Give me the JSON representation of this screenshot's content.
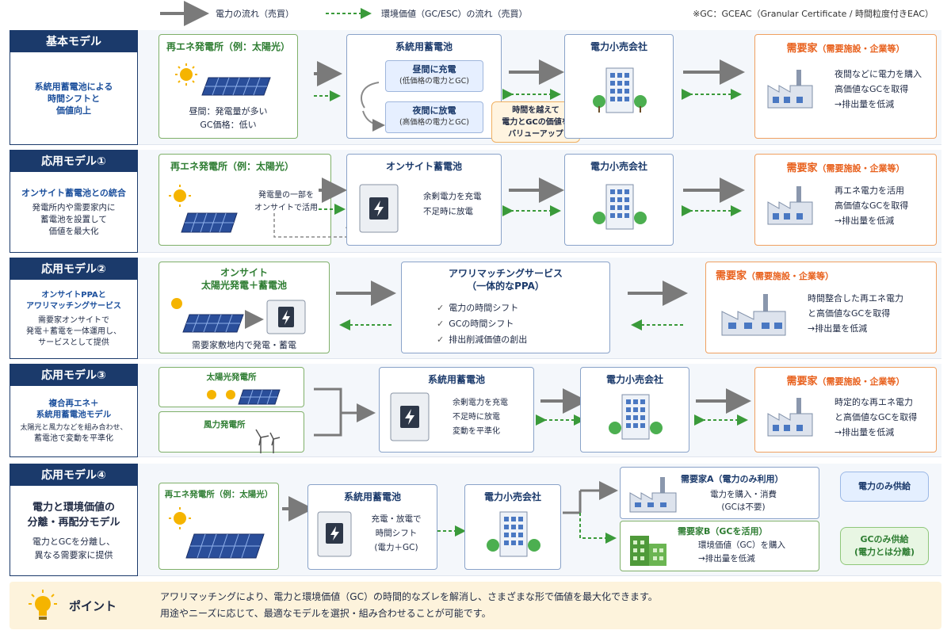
{
  "legend": {
    "electricity": "電力の流れ（売買）",
    "env_value": "環境価値（GC/ESC）の流れ（売買）",
    "note": "※GC：GCEAC（Granular Certificate / 時間粒度付きEAC）"
  },
  "rows": {
    "basic": {
      "head": "基本モデル",
      "desc": [
        "系統用蓄電池による",
        "時間シフトと",
        "価値向上"
      ],
      "gen_title": "再エネ発電所（例：太陽光）",
      "gen_text": [
        "昼間：発電量が多い",
        "GC価格：低い"
      ],
      "batt_title": "系統用蓄電池",
      "charge_title": "昼間に充電",
      "charge_sub": "(低価格の電力とGC)",
      "discharge_title": "夜間に放電",
      "discharge_sub": "(高価格の電力とGC)",
      "bubble": [
        "時間を越えて",
        "電力とGCの価値を",
        "バリューアップ"
      ],
      "retail_title": "電力小売会社",
      "cons_title": "需要家",
      "cons_sub": "（需要施設・企業等）",
      "cons_text": [
        "夜間などに電力を購入",
        "高価値なGCを取得",
        "→排出量を低減"
      ]
    },
    "app1": {
      "head": "応用モデル①",
      "desc_blue": "オンサイト蓄電池との統合",
      "desc": [
        "発電所内や需要家内に",
        "蓄電池を設置して",
        "価値を最大化"
      ],
      "gen_title": "再エネ発電所（例：太陽光）",
      "gen_text": [
        "発電量の一部を",
        "オンサイトで活用"
      ],
      "batt_title": "オンサイト蓄電池",
      "batt_text": [
        "余剰電力を充電",
        "不足時に放電"
      ],
      "retail_title": "電力小売会社",
      "cons_title": "需要家",
      "cons_sub": "（需要施設・企業等）",
      "cons_text": [
        "再エネ電力を活用",
        "高価値なGCを取得",
        "→排出量を低減"
      ]
    },
    "app2": {
      "head": "応用モデル②",
      "desc_blue": [
        "オンサイトPPAと",
        "アワリマッチングサービス"
      ],
      "desc": [
        "需要家オンサイトで",
        "発電＋蓄電を一体運用し、",
        "サービスとして提供"
      ],
      "gen_title": [
        "オンサイト",
        "太陽光発電＋蓄電池"
      ],
      "gen_text": "需要家敷地内で発電・蓄電",
      "svc_title": [
        "アワリマッチングサービス",
        "（一体的なPPA）"
      ],
      "svc_items": [
        "電力の時間シフト",
        "GCの時間シフト",
        "排出削減価値の創出"
      ],
      "cons_title": "需要家",
      "cons_sub": "（需要施設・企業等）",
      "cons_text": [
        "時間整合した再エネ電力",
        "と高価値なGCを取得",
        "→排出量を低減"
      ]
    },
    "app3": {
      "head": "応用モデル③",
      "desc_blue": [
        "複合再エネ＋",
        "系統用蓄電池モデル"
      ],
      "desc": [
        "太陽光と風力などを組み合わせ、",
        "蓄電池で変動を平準化"
      ],
      "solar_title": "太陽光発電所",
      "wind_title": "風力発電所",
      "batt_title": "系統用蓄電池",
      "batt_text": [
        "余剰電力を充電",
        "不足時に放電",
        "変動を平準化"
      ],
      "retail_title": "電力小売会社",
      "cons_title": "需要家",
      "cons_sub": "（需要施設・企業等）",
      "cons_text": [
        "時定的な再エネ電力",
        "と高価値なGCを取得",
        "→排出量を低減"
      ]
    },
    "app4": {
      "head": "応用モデル④",
      "desc_big": [
        "電力と環境価値の",
        "分離・再配分モデル"
      ],
      "desc": [
        "電力とGCを分離し、",
        "異なる需要家に提供"
      ],
      "gen_title": "再エネ発電所（例：太陽光）",
      "batt_title": "系統用蓄電池",
      "batt_text": [
        "充電・放電で",
        "時間シフト",
        "(電力＋GC)"
      ],
      "retail_title": "電力小売会社",
      "consA_title": "需要家A（電力のみ利用）",
      "consA_text": [
        "電力を購入・消費",
        "(GCは不要)"
      ],
      "consB_title": "需要家B（GCを活用）",
      "consB_text": [
        "環境価値（GC）を購入",
        "→排出量を低減"
      ],
      "callout_power": "電力のみ供給",
      "callout_gc": [
        "GCのみ供給",
        "(電力とは分離)"
      ]
    }
  },
  "point": {
    "label": "ポイント",
    "text": [
      "アワリマッチングにより、電力と環境価値（GC）の時間的なズレを解消し、さまざまな形で価値を最大化できます。",
      "用途やニーズに応じて、最適なモデルを選択・組み合わせることが可能です。"
    ]
  },
  "colors": {
    "navy": "#1b3a6b",
    "green": "#2e7d32",
    "orange": "#e8601c",
    "grey_arrow": "#7a7a7a",
    "green_arrow": "#3a9a3a"
  }
}
